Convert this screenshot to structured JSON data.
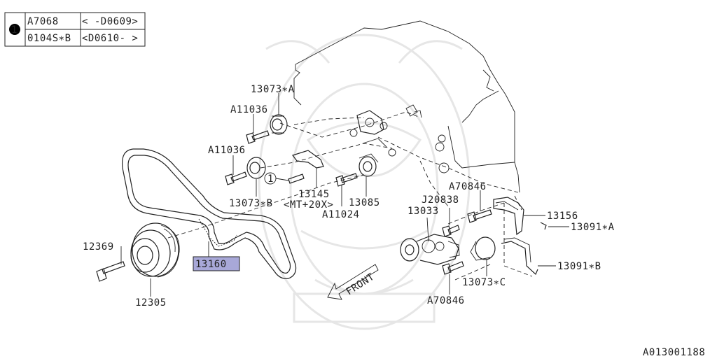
{
  "legend_table": {
    "ref": "1",
    "rows": [
      {
        "part": "A7068",
        "range": "< -D0609>"
      },
      {
        "part": "0104S∗B",
        "range": "<D0610- >"
      }
    ]
  },
  "callouts": {
    "c13073a": "13073∗A",
    "a11036_top": "A11036",
    "a11036_mid": "A11036",
    "c13073b": "13073∗B",
    "ref_one": "1",
    "c13145": "13145",
    "c13145_note": "<MT+20X>",
    "a11024": "A11024",
    "c13085": "13085",
    "a70846_top": "A70846",
    "j20838": "J20838",
    "c13033": "13033",
    "c13156": "13156",
    "c13091a": "13091∗A",
    "c13091b": "13091∗B",
    "c13073c": "13073∗C",
    "a70846_bot": "A70846",
    "c12369": "12369",
    "c12305": "12305",
    "c13160": "13160"
  },
  "front_label": "FRONT",
  "diagram_id": "A013001188",
  "colors": {
    "highlight": "#a8a8d8",
    "line": "#222222"
  }
}
